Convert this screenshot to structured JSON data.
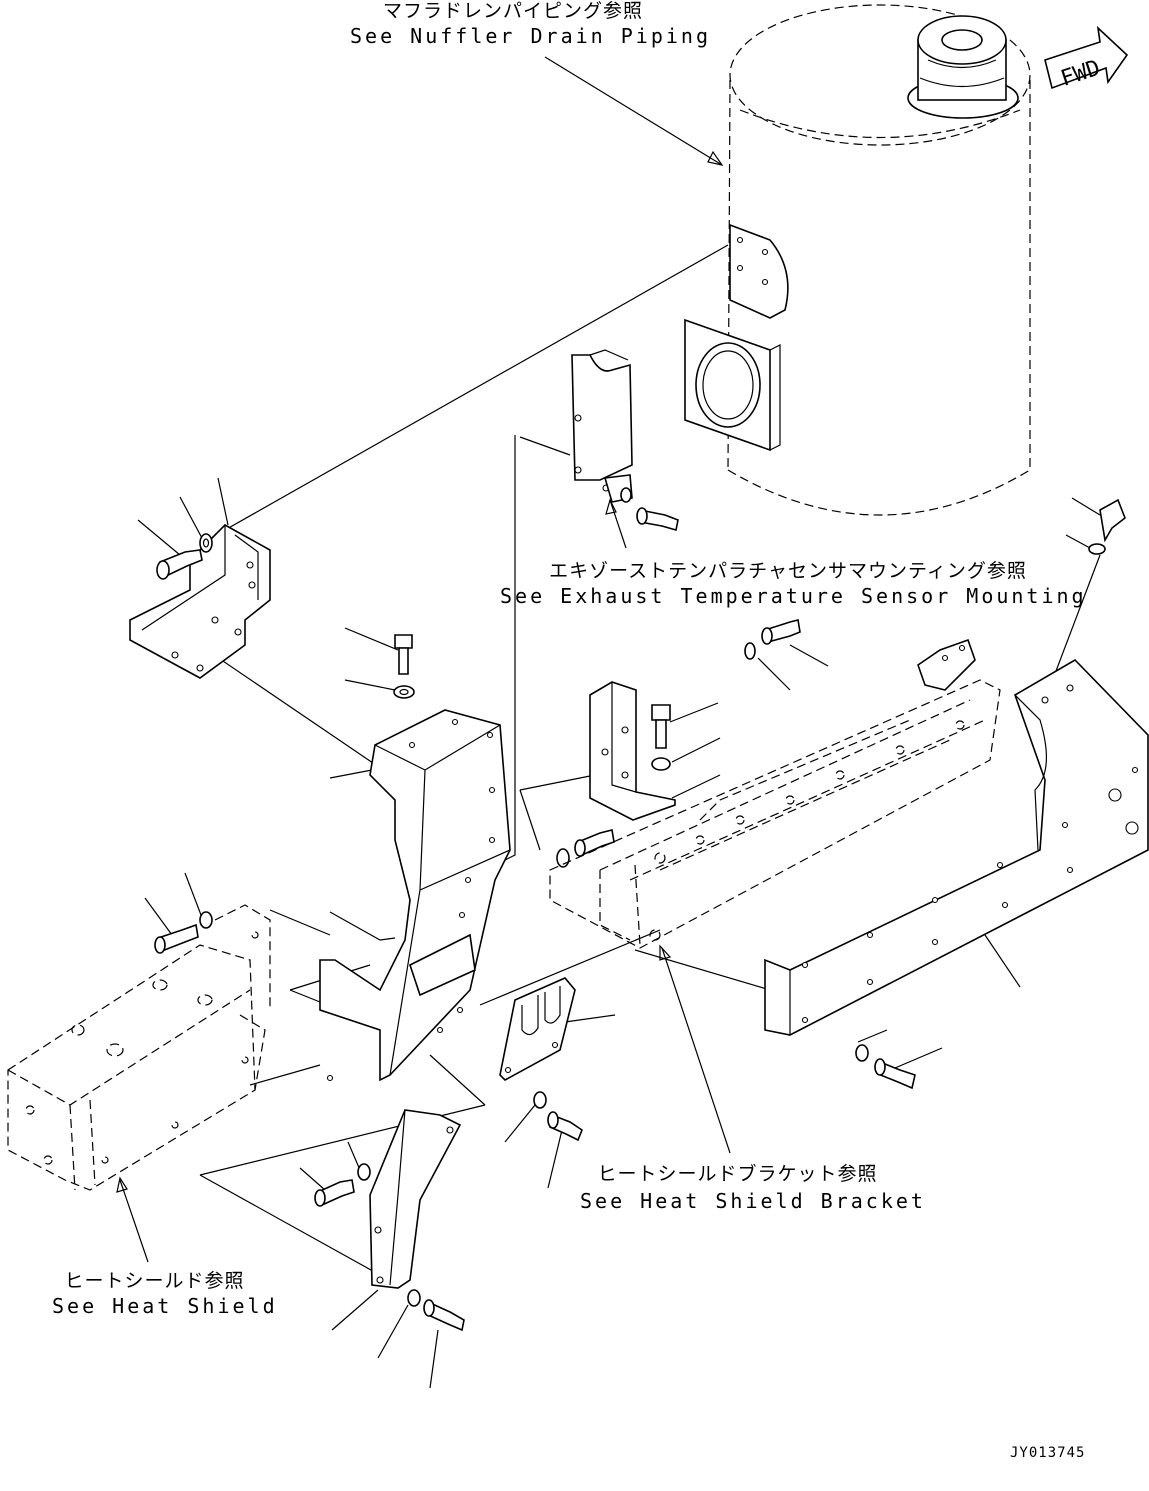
{
  "labels": {
    "muffler_drain_jp": "マフラドレンパイピング参照",
    "muffler_drain_en": "See Nuffler Drain Piping",
    "exhaust_sensor_jp": "エキゾーストテンパラチャセンサマウンティング参照",
    "exhaust_sensor_en": "See Exhaust Temperature Sensor Mounting",
    "heat_shield_bracket_jp": "ヒートシールドブラケット参照",
    "heat_shield_bracket_en": "See Heat Shield Bracket",
    "heat_shield_jp": "ヒートシールド参照",
    "heat_shield_en": "See Heat Shield"
  },
  "fwd_label": "FWD",
  "drawing_id": "JY013745"
}
